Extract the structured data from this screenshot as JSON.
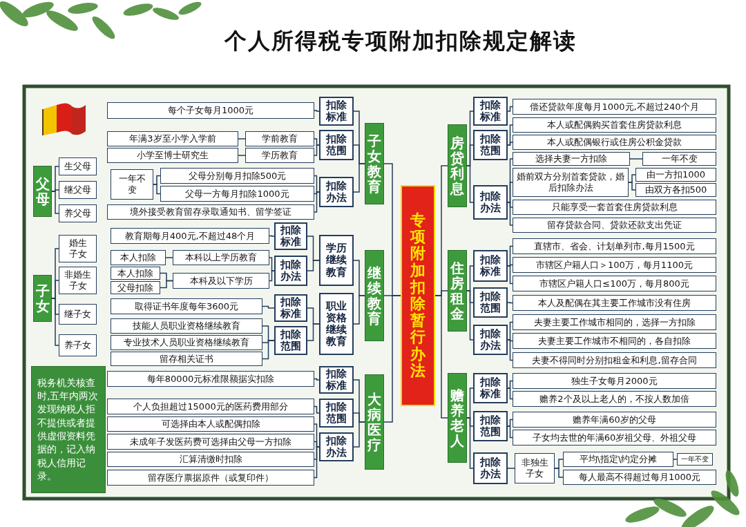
{
  "diagram": {
    "title": "个人所得税专项附加扣除规定解读",
    "nodes": [
      {
        "text": [
          "专项附加扣除暂行办法"
        ]
      },
      {
        "text": [
          "子女教育"
        ]
      },
      {
        "text": [
          "扣除标准"
        ]
      },
      {
        "text": [
          "扣除范围"
        ]
      },
      {
        "text": [
          "扣除办法"
        ]
      },
      {
        "text": [
          "每个子女每月1000元"
        ]
      },
      {
        "text": [
          "学前教育"
        ]
      },
      {
        "text": [
          "年满3岁至小学入学前"
        ]
      },
      {
        "text": [
          "学历教育"
        ]
      },
      {
        "text": [
          "小学至博士研究生"
        ]
      },
      {
        "text": [
          "父母分别每月扣除500元"
        ]
      },
      {
        "text": [
          "父母一方每月扣除1000元"
        ]
      },
      {
        "text": [
          "一年不变"
        ]
      },
      {
        "text": [
          "境外接受教育留存录取通知书、留学签证"
        ]
      },
      {
        "text": [
          "父母"
        ]
      },
      {
        "text": [
          "生父母"
        ]
      },
      {
        "text": [
          "继父母"
        ]
      },
      {
        "text": [
          "养父母"
        ]
      },
      {
        "text": [
          "继续教育"
        ]
      },
      {
        "text": [
          "学历继续教育"
        ]
      },
      {
        "text": [
          "扣除标准"
        ]
      },
      {
        "text": [
          "扣除办法"
        ]
      },
      {
        "text": [
          "教育期每月400元,不超过48个月"
        ]
      },
      {
        "text": [
          "本科以上学历教育"
        ]
      },
      {
        "text": [
          "本人扣除"
        ]
      },
      {
        "text": [
          "本科及以下学历"
        ]
      },
      {
        "text": [
          "本人扣除"
        ]
      },
      {
        "text": [
          "父母扣除"
        ]
      },
      {
        "text": [
          "职业资格继续教育"
        ]
      },
      {
        "text": [
          "扣除标准"
        ]
      },
      {
        "text": [
          "扣除范围"
        ]
      },
      {
        "text": [
          "取得证书年度每年3600元"
        ]
      },
      {
        "text": [
          "技能人员职业资格继续教育"
        ]
      },
      {
        "text": [
          "专业技术人员职业资格继续教育"
        ]
      },
      {
        "text": [
          "留存相关证书"
        ]
      },
      {
        "text": [
          "子女"
        ]
      },
      {
        "text": [
          "婚生子女"
        ]
      },
      {
        "text": [
          "非婚生子女"
        ]
      },
      {
        "text": [
          "继子女"
        ]
      },
      {
        "text": [
          "养子女"
        ]
      },
      {
        "text": [
          "税务机关核查时,五年内两次发现纳税人拒不提供或者提供虚假资料凭据的，记入纳税人信用记录。"
        ]
      },
      {
        "text": [
          "大病医疗"
        ]
      },
      {
        "text": [
          "扣除标准"
        ]
      },
      {
        "text": [
          "扣除范围"
        ]
      },
      {
        "text": [
          "扣除办法"
        ]
      },
      {
        "text": [
          "每年80000元标准限额据实扣除"
        ]
      },
      {
        "text": [
          "个人负担超过15000元的医药费用部分"
        ]
      },
      {
        "text": [
          "可选择由本人或配偶扣除"
        ]
      },
      {
        "text": [
          "未成年子发医药费可选择由父母一方扣除"
        ]
      },
      {
        "text": [
          "汇算清缴时扣除"
        ]
      },
      {
        "text": [
          "留存医疗票据原件（或复印件）"
        ]
      },
      {
        "text": [
          "房贷利息"
        ]
      },
      {
        "text": [
          "扣除标准"
        ]
      },
      {
        "text": [
          "扣除范围"
        ]
      },
      {
        "text": [
          "扣除办法"
        ]
      },
      {
        "text": [
          "偿还贷款年度每月1000元,不超过240个月"
        ]
      },
      {
        "text": [
          "本人或配偶购买首套住房贷款利息"
        ]
      },
      {
        "text": [
          "本人或配偶银行或住房公积金贷款"
        ]
      },
      {
        "text": [
          "选择夫妻一方扣除"
        ]
      },
      {
        "text": [
          "一年不变"
        ]
      },
      {
        "text": [
          "婚前双方分别首套贷款，婚后扣除办法"
        ]
      },
      {
        "text": [
          "由一方扣1000"
        ]
      },
      {
        "text": [
          "由双方各扣500"
        ]
      },
      {
        "text": [
          "只能享受一套首套住房贷款利息"
        ]
      },
      {
        "text": [
          "留存贷款合同、贷款还款支出凭证"
        ]
      },
      {
        "text": [
          "住房租金"
        ]
      },
      {
        "text": [
          "扣除标准"
        ]
      },
      {
        "text": [
          "扣除范围"
        ]
      },
      {
        "text": [
          "扣除办法"
        ]
      },
      {
        "text": [
          "直辖市、省会、计划单列市,每月1500元"
        ]
      },
      {
        "text": [
          "市辖区户籍人口＞100万，每月1100元"
        ]
      },
      {
        "text": [
          "市辖区户籍人口≤100万，每月800元"
        ]
      },
      {
        "text": [
          "本人及配偶在其主要工作城市没有住房"
        ]
      },
      {
        "text": [
          "夫妻主要工作城市相同的，选择一方扣除"
        ]
      },
      {
        "text": [
          "夫妻主要工作城市不相同的，各自扣除"
        ]
      },
      {
        "text": [
          "夫妻不得同时分别扣租金和利息,留存合同"
        ]
      },
      {
        "text": [
          "赡养老人"
        ]
      },
      {
        "text": [
          "扣除标准"
        ]
      },
      {
        "text": [
          "扣除范围"
        ]
      },
      {
        "text": [
          "扣除办法"
        ]
      },
      {
        "text": [
          "独生子女每月2000元"
        ]
      },
      {
        "text": [
          "赡养2个及以上老人的，不按人数加倍"
        ]
      },
      {
        "text": [
          "赡养年满60岁的父母"
        ]
      },
      {
        "text": [
          "子女均去世的年满60岁祖父母、外祖父母"
        ]
      },
      {
        "text": [
          "非独生子女"
        ]
      },
      {
        "text": [
          "平均\\指定\\约定分摊"
        ]
      },
      {
        "text": [
          "一年不变"
        ]
      },
      {
        "text": [
          "每人最高不得超过每月1000元"
        ]
      }
    ],
    "edges": [
      {
        "from": 0,
        "to": 1,
        "arrow": "none"
      },
      {
        "from": 0,
        "to": 18,
        "arrow": "none"
      },
      {
        "from": 0,
        "to": 41,
        "arrow": "none"
      },
      {
        "from": 0,
        "to": 51,
        "arrow": "none"
      },
      {
        "from": 0,
        "to": 65,
        "arrow": "none"
      },
      {
        "from": 0,
        "to": 76,
        "arrow": "none"
      },
      {
        "from": 1,
        "to": 2,
        "arrow": "none"
      },
      {
        "from": 1,
        "to": 3,
        "arrow": "none"
      },
      {
        "from": 1,
        "to": 4,
        "arrow": "none"
      },
      {
        "from": 2,
        "to": 5,
        "arrow": "none"
      },
      {
        "from": 3,
        "to": 6,
        "arrow": "none"
      },
      {
        "from": 3,
        "to": 8,
        "arrow": "none"
      },
      {
        "from": 6,
        "to": 7,
        "arrow": "none"
      },
      {
        "from": 8,
        "to": 9,
        "arrow": "none"
      },
      {
        "from": 4,
        "to": 10,
        "arrow": "none"
      },
      {
        "from": 4,
        "to": 11,
        "arrow": "none"
      },
      {
        "from": 4,
        "to": 13,
        "arrow": "none"
      },
      {
        "from": 10,
        "to": 12,
        "arrow": "none"
      },
      {
        "from": 11,
        "to": 12,
        "arrow": "none"
      },
      {
        "from": 14,
        "to": 15,
        "arrow": "none"
      },
      {
        "from": 14,
        "to": 16,
        "arrow": "none"
      },
      {
        "from": 14,
        "to": 17,
        "arrow": "none"
      },
      {
        "from": 18,
        "to": 19,
        "arrow": "none"
      },
      {
        "from": 18,
        "to": 28,
        "arrow": "none"
      },
      {
        "from": 19,
        "to": 20,
        "arrow": "none"
      },
      {
        "from": 19,
        "to": 21,
        "arrow": "none"
      },
      {
        "from": 20,
        "to": 22,
        "arrow": "none"
      },
      {
        "from": 21,
        "to": 23,
        "arrow": "none"
      },
      {
        "from": 21,
        "to": 25,
        "arrow": "none"
      },
      {
        "from": 23,
        "to": 24,
        "arrow": "none"
      },
      {
        "from": 25,
        "to": 26,
        "arrow": "none"
      },
      {
        "from": 25,
        "to": 27,
        "arrow": "none"
      },
      {
        "from": 28,
        "to": 29,
        "arrow": "none"
      },
      {
        "from": 28,
        "to": 30,
        "arrow": "none"
      },
      {
        "from": 29,
        "to": 31,
        "arrow": "none"
      },
      {
        "from": 30,
        "to": 32,
        "arrow": "none"
      },
      {
        "from": 30,
        "to": 33,
        "arrow": "none"
      },
      {
        "from": 30,
        "to": 34,
        "arrow": "none"
      },
      {
        "from": 35,
        "to": 36,
        "arrow": "none"
      },
      {
        "from": 35,
        "to": 37,
        "arrow": "none"
      },
      {
        "from": 35,
        "to": 38,
        "arrow": "none"
      },
      {
        "from": 35,
        "to": 39,
        "arrow": "none"
      },
      {
        "from": 41,
        "to": 42,
        "arrow": "none"
      },
      {
        "from": 41,
        "to": 43,
        "arrow": "none"
      },
      {
        "from": 41,
        "to": 44,
        "arrow": "none"
      },
      {
        "from": 42,
        "to": 45,
        "arrow": "none"
      },
      {
        "from": 43,
        "to": 46,
        "arrow": "none"
      },
      {
        "from": 44,
        "to": 47,
        "arrow": "none"
      },
      {
        "from": 44,
        "to": 48,
        "arrow": "none"
      },
      {
        "from": 44,
        "to": 49,
        "arrow": "none"
      },
      {
        "from": 44,
        "to": 50,
        "arrow": "none"
      },
      {
        "from": 51,
        "to": 52,
        "arrow": "none"
      },
      {
        "from": 51,
        "to": 53,
        "arrow": "none"
      },
      {
        "from": 51,
        "to": 54,
        "arrow": "none"
      },
      {
        "from": 52,
        "to": 55,
        "arrow": "none"
      },
      {
        "from": 53,
        "to": 56,
        "arrow": "none"
      },
      {
        "from": 53,
        "to": 57,
        "arrow": "none"
      },
      {
        "from": 54,
        "to": 58,
        "arrow": "none"
      },
      {
        "from": 54,
        "to": 60,
        "arrow": "none"
      },
      {
        "from": 54,
        "to": 63,
        "arrow": "none"
      },
      {
        "from": 54,
        "to": 64,
        "arrow": "none"
      },
      {
        "from": 58,
        "to": 59,
        "arrow": "none"
      },
      {
        "from": 60,
        "to": 61,
        "arrow": "none"
      },
      {
        "from": 60,
        "to": 62,
        "arrow": "none"
      },
      {
        "from": 65,
        "to": 66,
        "arrow": "none"
      },
      {
        "from": 65,
        "to": 67,
        "arrow": "none"
      },
      {
        "from": 65,
        "to": 68,
        "arrow": "none"
      },
      {
        "from": 66,
        "to": 69,
        "arrow": "none"
      },
      {
        "from": 66,
        "to": 70,
        "arrow": "none"
      },
      {
        "from": 66,
        "to": 71,
        "arrow": "none"
      },
      {
        "from": 67,
        "to": 72,
        "arrow": "none"
      },
      {
        "from": 68,
        "to": 73,
        "arrow": "none"
      },
      {
        "from": 68,
        "to": 74,
        "arrow": "none"
      },
      {
        "from": 68,
        "to": 75,
        "arrow": "none"
      },
      {
        "from": 76,
        "to": 77,
        "arrow": "none"
      },
      {
        "from": 76,
        "to": 78,
        "arrow": "none"
      },
      {
        "from": 76,
        "to": 79,
        "arrow": "none"
      },
      {
        "from": 77,
        "to": 80,
        "arrow": "none"
      },
      {
        "from": 77,
        "to": 81,
        "arrow": "none"
      },
      {
        "from": 78,
        "to": 82,
        "arrow": "none"
      },
      {
        "from": 78,
        "to": 83,
        "arrow": "none"
      },
      {
        "from": 79,
        "to": 84,
        "arrow": "none"
      },
      {
        "from": 84,
        "to": 85,
        "arrow": "none"
      },
      {
        "from": 84,
        "to": 87,
        "arrow": "none"
      },
      {
        "from": 85,
        "to": 86,
        "arrow": "none"
      }
    ]
  }
}
